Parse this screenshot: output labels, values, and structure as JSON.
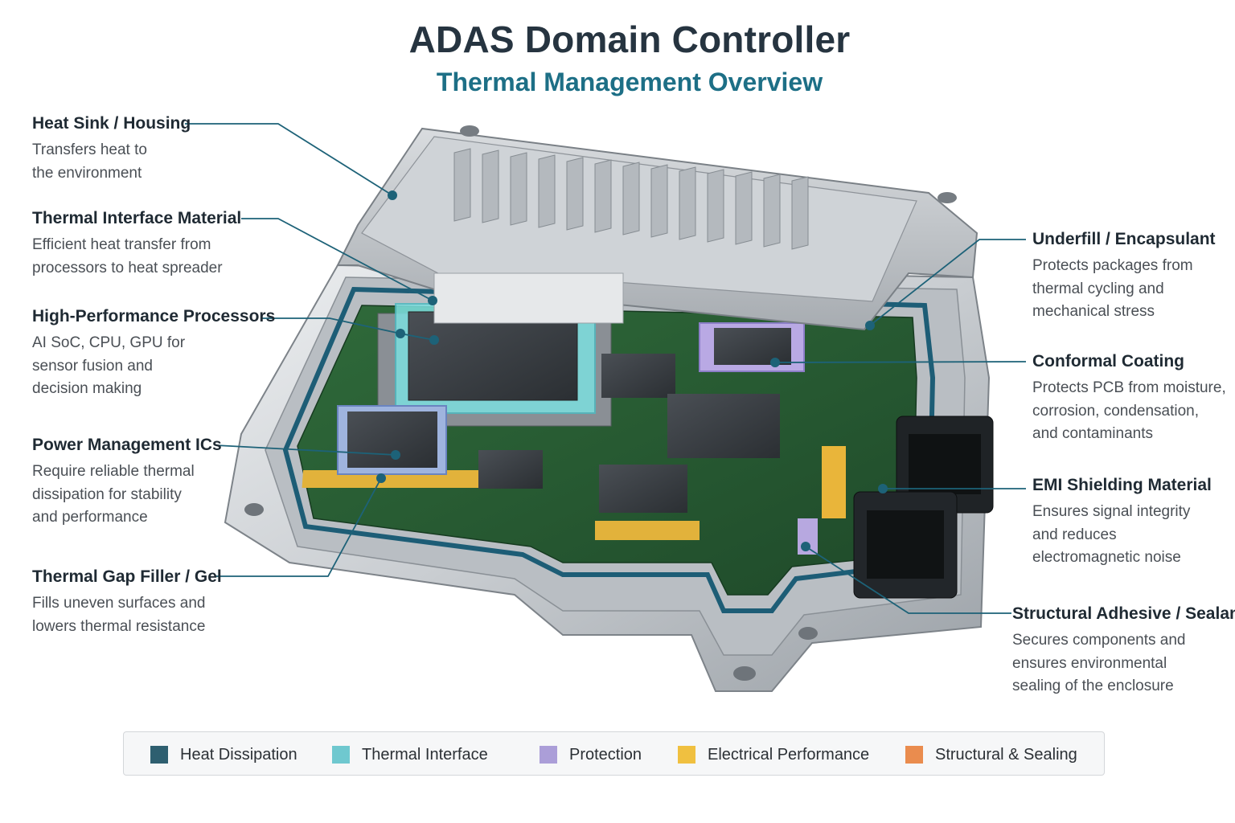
{
  "title": "ADAS Domain Controller",
  "subtitle": "Thermal Management Overview",
  "colors": {
    "heat_dissipation": "#2e5f70",
    "thermal_interface": "#6fc8cf",
    "protection": "#ab9ed8",
    "electrical_performance": "#f0c040",
    "structural_sealing": "#ea8c4e",
    "leader_line": "#1d6278"
  },
  "callouts": {
    "heat_sink": {
      "heading": "Heat Sink / Housing",
      "lines": [
        "Transfers heat to",
        "the environment"
      ]
    },
    "tim": {
      "heading": "Thermal Interface Material",
      "lines": [
        "Efficient heat transfer from",
        "processors to heat spreader"
      ]
    },
    "processors": {
      "heading": "High-Performance Processors",
      "lines": [
        "AI SoC, CPU, GPU for",
        "sensor fusion and",
        "decision making"
      ]
    },
    "pmic": {
      "heading": "Power Management ICs",
      "lines": [
        "Require reliable thermal",
        "dissipation for stability",
        "and performance"
      ]
    },
    "gap_filler": {
      "heading": "Thermal Gap Filler / Gel",
      "lines": [
        "Fills uneven surfaces and",
        "lowers thermal resistance"
      ]
    },
    "underfill": {
      "heading": "Underfill / Encapsulant",
      "lines": [
        "Protects packages from",
        "thermal cycling and",
        "mechanical stress"
      ]
    },
    "conformal": {
      "heading": "Conformal Coating",
      "lines": [
        "Protects PCB from moisture,",
        "corrosion, condensation,",
        "and contaminants"
      ]
    },
    "emi": {
      "heading": "EMI Shielding Material",
      "lines": [
        "Ensures signal integrity",
        "and reduces",
        "electromagnetic noise"
      ]
    },
    "adhesive": {
      "heading": "Structural Adhesive / Sealant",
      "lines": [
        "Secures components and",
        "ensures environmental",
        "sealing of the enclosure"
      ]
    }
  },
  "legend": [
    {
      "label": "Heat Dissipation",
      "color": "#2e5f70"
    },
    {
      "label": "Thermal Interface",
      "color": "#6fc8cf"
    },
    {
      "label": "Protection",
      "color": "#ab9ed8"
    },
    {
      "label": "Electrical Performance",
      "color": "#f0c040"
    },
    {
      "label": "Structural & Sealing",
      "color": "#ea8c4e"
    }
  ]
}
